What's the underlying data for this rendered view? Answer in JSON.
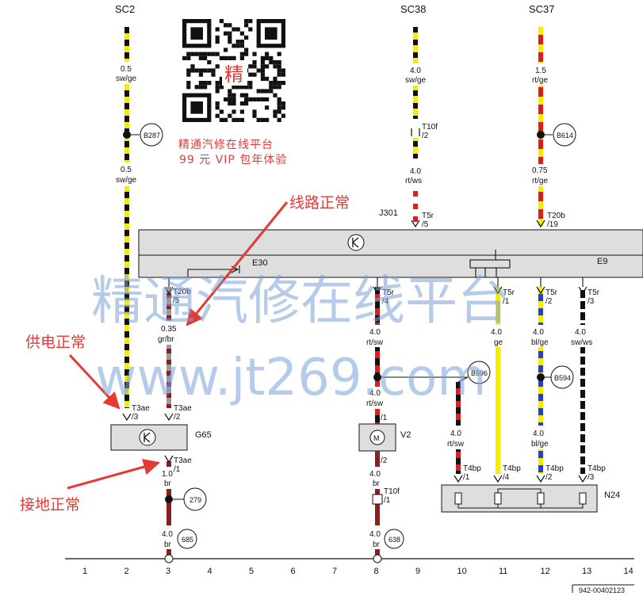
{
  "supplies": {
    "sc2": "SC2",
    "sc38": "SC38",
    "sc37": "SC37"
  },
  "wires": {
    "w1": {
      "size": "0.5",
      "color": "sw/ge"
    },
    "w2": {
      "size": "0.5",
      "color": "sw/ge"
    },
    "w3": {
      "size": "4.0",
      "color": "sw/ge"
    },
    "w4": {
      "size": "4.0",
      "color": "rt/ws"
    },
    "w5": {
      "size": "1.5",
      "color": "rt/ge"
    },
    "w6": {
      "size": "0.75",
      "color": "rt/ge"
    },
    "w7": {
      "size": "0.35",
      "color": "gr/br"
    },
    "w8": {
      "size": "4.0",
      "color": "rt/sw"
    },
    "w9": {
      "size": "4.0",
      "color": "rt/sw"
    },
    "w10": {
      "size": "4.0",
      "color": "ge"
    },
    "w11": {
      "size": "4.0",
      "color": "bl/ge"
    },
    "w12": {
      "size": "4.0",
      "color": "sw/ws"
    },
    "w13": {
      "size": "4.0",
      "color": "rt/sw"
    },
    "w14": {
      "size": "4.0",
      "color": "bl/ge"
    },
    "w15": {
      "size": "1.0",
      "color": "br"
    },
    "w16": {
      "size": "4.0",
      "color": "br"
    },
    "w17": {
      "size": "4.0",
      "color": "br"
    },
    "w18": {
      "size": "4.0",
      "color": "br"
    }
  },
  "connectors": {
    "t10f_top": {
      "name": "T10f",
      "pin": "/2"
    },
    "t5r_a": {
      "name": "T5r",
      "pin": "/5"
    },
    "t20b_a": {
      "name": "T20b",
      "pin": "/19"
    },
    "t20b_b": {
      "name": "T20b",
      "pin": "/5"
    },
    "t5r_b": {
      "name": "T5r",
      "pin": "/4"
    },
    "t5r_c": {
      "name": "T5r",
      "pin": "/1"
    },
    "t5r_d": {
      "name": "T5r",
      "pin": "/2"
    },
    "t5r_e": {
      "name": "T5r",
      "pin": "/3"
    },
    "t3ae_a": {
      "name": "T3ae",
      "pin": "/3"
    },
    "t3ae_b": {
      "name": "T3ae",
      "pin": "/2"
    },
    "t3ae_c": {
      "name": "T3ae",
      "pin": "/1"
    },
    "v2_top": {
      "name": "",
      "pin": "/1"
    },
    "v2_bot": {
      "name": "",
      "pin": "/2"
    },
    "t10f_bot": {
      "name": "T10f",
      "pin": "/1"
    },
    "t4bp_a": {
      "name": "T4bp",
      "pin": "/1"
    },
    "t4bp_b": {
      "name": "T4bp",
      "pin": "/4"
    },
    "t4bp_c": {
      "name": "T4bp",
      "pin": "/2"
    },
    "t4bp_d": {
      "name": "T4bp",
      "pin": "/3"
    }
  },
  "components": {
    "j301": "J301",
    "e9": "E9",
    "e30": "E30",
    "g65": "G65",
    "v2": "V2",
    "m_symbol": "M",
    "n24": "N24"
  },
  "refs": {
    "b287": "B287",
    "b614": "B614",
    "b596": "B596",
    "b594": "B594",
    "r279": "279",
    "r685": "685",
    "r638": "638"
  },
  "annotations": {
    "line_ok": "线路正常",
    "power_ok": "供电正常",
    "ground_ok": "接地正常"
  },
  "promo": {
    "qr_char": "精",
    "line1": "精通汽修在线平台",
    "line2": "99 元 VIP 包年体验"
  },
  "watermark": {
    "line1": "精通汽修在线平台",
    "line2": "www.jt269.com"
  },
  "axis": {
    "numbers": [
      "1",
      "2",
      "3",
      "4",
      "5",
      "6",
      "7",
      "8",
      "9",
      "10",
      "11",
      "12",
      "13",
      "14"
    ],
    "doc_number": "942-00402123"
  },
  "colors": {
    "yellow": "#f5ec00",
    "black": "#111111",
    "red": "#e21b1b",
    "blue": "#1f3fd6",
    "brown": "#8a1f1f",
    "grey": "#9a9a9a",
    "annotation": "#e53935"
  }
}
